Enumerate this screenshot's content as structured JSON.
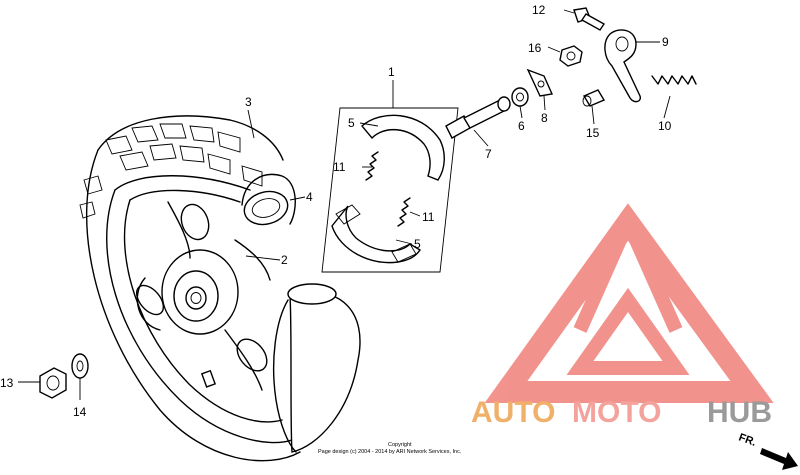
{
  "callouts": {
    "p1": "1",
    "p2": "2",
    "p3": "3",
    "p4": "4",
    "p5a": "5",
    "p5b": "5",
    "p6": "6",
    "p7": "7",
    "p8": "8",
    "p9": "9",
    "p10": "10",
    "p11a": "11",
    "p11b": "11",
    "p12": "12",
    "p13": "13",
    "p14": "14",
    "p15": "15",
    "p16": "16"
  },
  "watermark": {
    "part1": "AUTO",
    "part2": "MOTO",
    "part3": "HUB"
  },
  "copyright": {
    "line1": "Copyright",
    "line2": "Page design (c) 2004 - 2014 by ARI Network Services, Inc."
  },
  "direction": {
    "label": "FR."
  },
  "colors": {
    "logo_red": "#f28d87",
    "watermark_orange": "#f1b06a",
    "watermark_gray": "#9a9a9a"
  }
}
